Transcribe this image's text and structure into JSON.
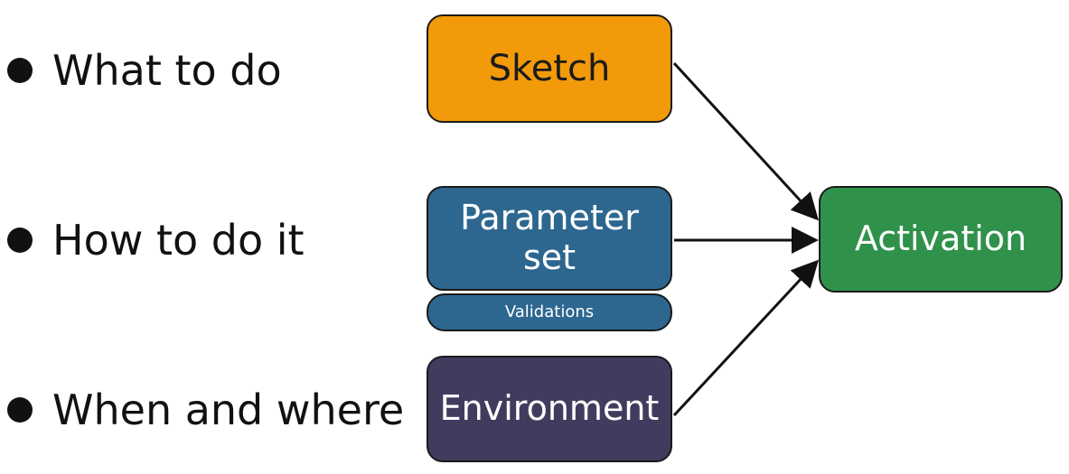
{
  "bullets": [
    {
      "label": "What to do"
    },
    {
      "label": "How to do it"
    },
    {
      "label": "When and where"
    }
  ],
  "boxes": {
    "sketch": {
      "label": "Sketch",
      "color": "#F29A0A"
    },
    "parameter_set": {
      "label_line1": "Parameter",
      "label_line2": "set",
      "color": "#2D6790"
    },
    "validations": {
      "label": "Validations",
      "color": "#2D6790"
    },
    "environment": {
      "label": "Environment",
      "color": "#433B5E"
    },
    "activation": {
      "label": "Activation",
      "color": "#2F914A"
    }
  },
  "edges": [
    {
      "from": "Sketch",
      "to": "Activation"
    },
    {
      "from": "Parameter set",
      "to": "Activation"
    },
    {
      "from": "Environment",
      "to": "Activation"
    }
  ]
}
